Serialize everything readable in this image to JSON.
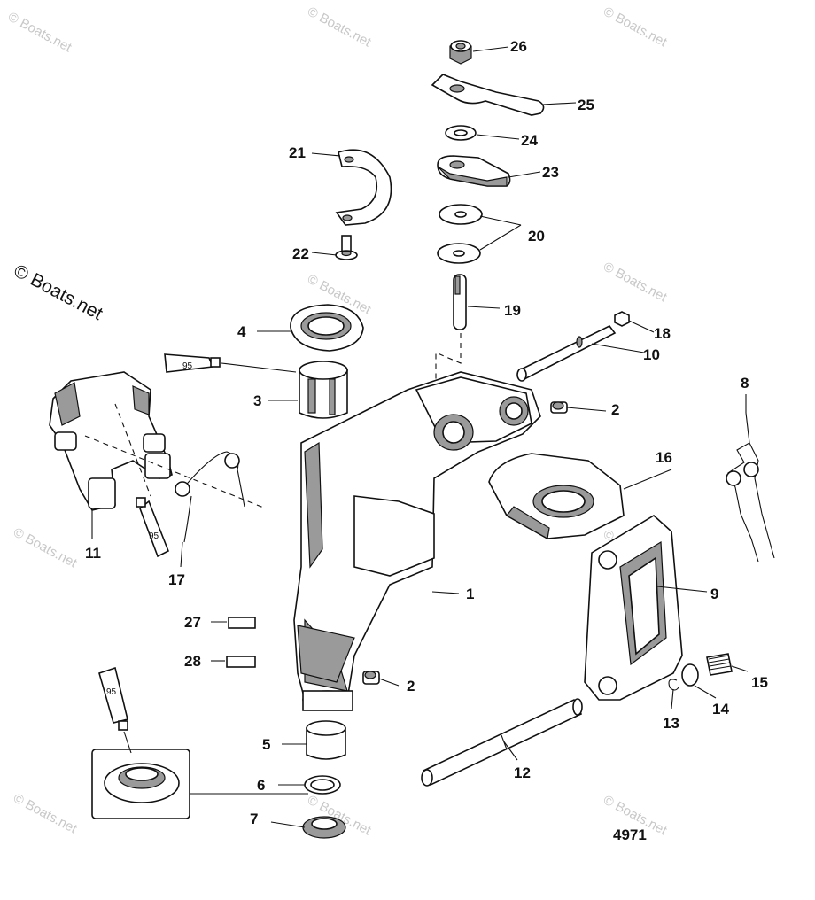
{
  "watermarks": {
    "corner": "© Boats.net",
    "side": "© Boats.net"
  },
  "drawing_number": "4971",
  "tube_label": "95",
  "callouts": [
    "1",
    "2",
    "2",
    "3",
    "4",
    "5",
    "6",
    "7",
    "8",
    "9",
    "10",
    "11",
    "12",
    "13",
    "14",
    "15",
    "16",
    "17",
    "18",
    "19",
    "20",
    "21",
    "22",
    "23",
    "24",
    "25",
    "26",
    "27",
    "28"
  ]
}
